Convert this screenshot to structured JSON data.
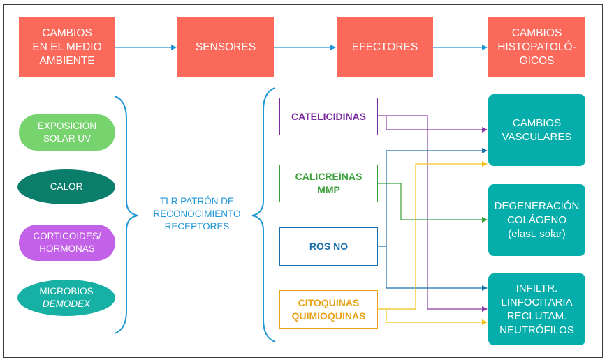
{
  "top_row": [
    "CAMBIOS\nEN EL MEDIO\nAMBIENTE",
    "SENSORES",
    "EFECTORES",
    "CAMBIOS\nHISTOPATOLÓ-\nGICOS"
  ],
  "triggers": {
    "uv": "EXPOSICIÓN\nSOLAR UV",
    "heat": "CALOR",
    "hormones": "CORTICOIDES/\nHORMONAS",
    "microbes_line1": "MICROBIOS",
    "microbes_line2": "DEMODEX"
  },
  "receptor_label": "TLR PATRÓN DE\nRECONOCIMIENTO\nRECEPTORES",
  "effectors": {
    "cathelicidins": "CATELICIDINAS",
    "kallikreins": "CALICREÍNAS\nMMP",
    "ros": "ROS NO",
    "cytokines": "CITOQUINAS\nQUIMIOQUINAS"
  },
  "outcomes": {
    "vascular": "CAMBIOS\nVASCULARES",
    "collagen": "DEGENERACIÓN\nCOLÁGENO\n(elast. solar)",
    "infiltrate": "INFILTR.\nLINFOCITARIA\nRECLUTAM.\nNEUTRÓFILOS"
  },
  "colors": {
    "coral": "#fb695b",
    "teal": "#05aeaa",
    "blue": "#2196d6",
    "purple": "#7b2d9e",
    "green": "#3aa03a",
    "dark_blue": "#1a6fad",
    "orange": "#e8a317",
    "yellow_line": "#f2c21b"
  }
}
